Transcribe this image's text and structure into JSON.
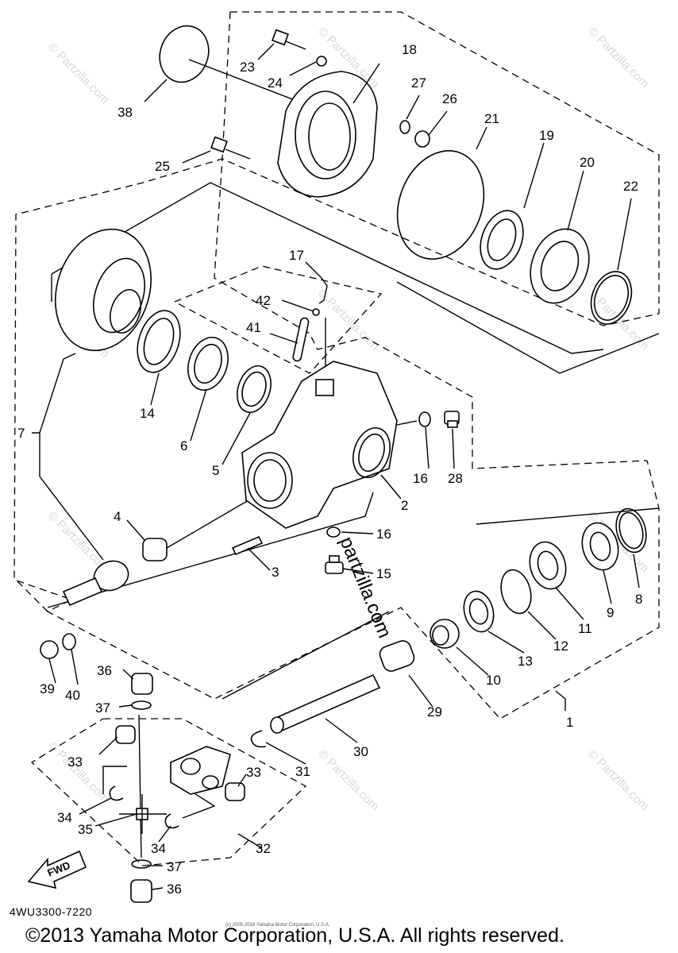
{
  "diagram": {
    "drawing_code": "4WU3300-7220",
    "copyright": "©2013 Yamaha Motor Corporation, U.S.A. All rights reserved.",
    "small_copyright": "(c) 2005-2016 Yamaha Motor Corporation, U.S.A.",
    "watermark": "© Partzilla.com",
    "watermark_center": "partzilla.com",
    "fwd_label": "FWD",
    "callouts": [
      "1",
      "2",
      "3",
      "4",
      "5",
      "6",
      "7",
      "8",
      "9",
      "10",
      "11",
      "12",
      "13",
      "14",
      "15",
      "16",
      "16",
      "17",
      "18",
      "19",
      "20",
      "21",
      "22",
      "23",
      "24",
      "25",
      "26",
      "27",
      "28",
      "29",
      "30",
      "31",
      "32",
      "33",
      "33",
      "34",
      "34",
      "35",
      "36",
      "36",
      "37",
      "37",
      "38",
      "39",
      "40",
      "41",
      "42"
    ]
  }
}
